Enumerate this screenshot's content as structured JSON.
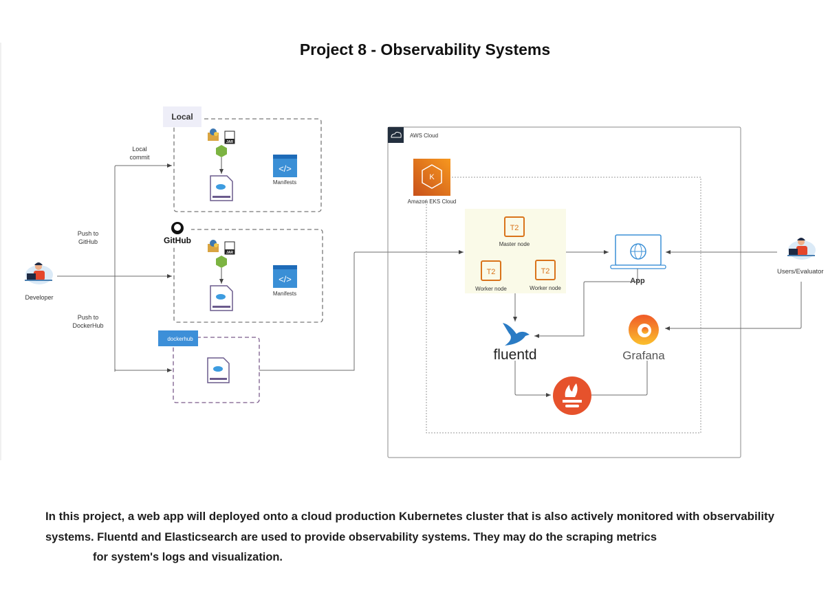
{
  "title": "Project 8 - Observability Systems",
  "developer": {
    "label": "Developer"
  },
  "edges": {
    "local_commit": [
      "Local",
      "commit"
    ],
    "push_github": [
      "Push to",
      "GitHub"
    ],
    "push_dockerhub": [
      "Push to",
      "DockerHub"
    ]
  },
  "local": {
    "label": "Local",
    "jar": "JAR",
    "manifests": "Manifests"
  },
  "github": {
    "label": "GitHub",
    "jar": "JAR",
    "manifests": "Manifests"
  },
  "dockerhub": {
    "label": "dockerhub"
  },
  "aws": {
    "label": "AWS Cloud",
    "eks": "Amazon EKS Cloud",
    "master": {
      "chip": "T2",
      "label": "Master node"
    },
    "worker1": {
      "chip": "T2",
      "label": "Worker node"
    },
    "worker2": {
      "chip": "T2",
      "label": "Worker node"
    },
    "app": "App",
    "fluentd": "fluentd",
    "grafana": "Grafana"
  },
  "users": {
    "label": "Users/Evaluator"
  },
  "description": [
    "In this project, a web app will deployed onto a cloud production Kubernetes cluster that is also actively monitored with observability",
    "systems. Fluentd and Elasticsearch are used to provide observability systems. They may do the scraping metrics",
    "for system's logs and visualization."
  ],
  "colors": {
    "aws_orange": "#e8741c",
    "docker_blue": "#3d8fd8",
    "prometheus": "#e6522c",
    "node_panel": "#fafae8",
    "app_blue": "#3a8fd6"
  }
}
